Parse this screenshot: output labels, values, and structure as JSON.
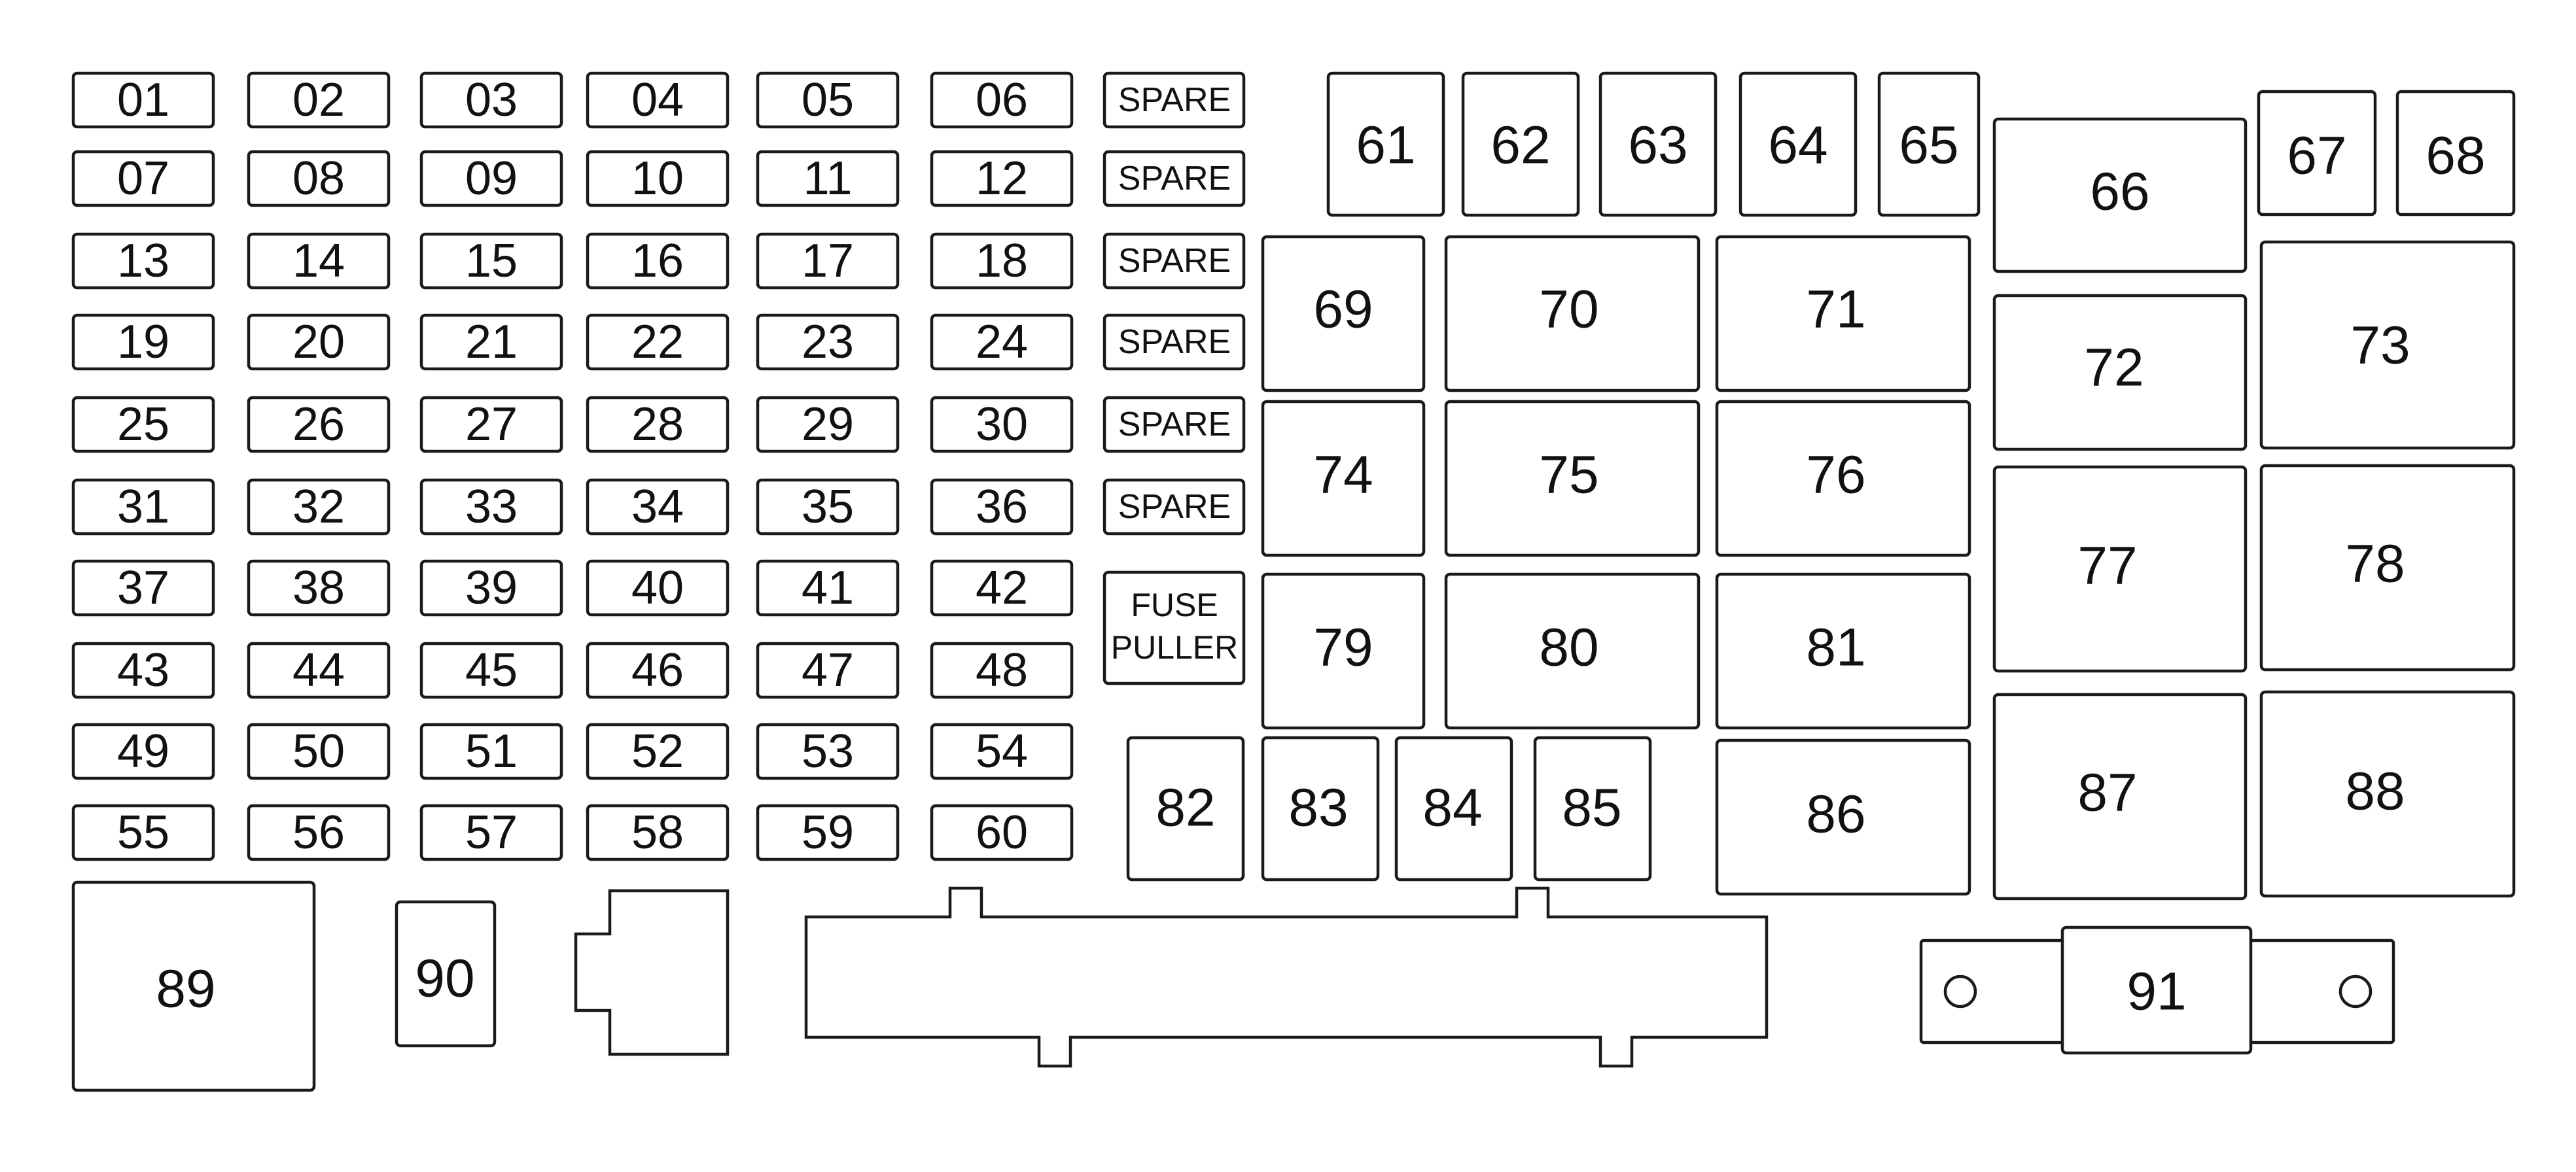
{
  "small_fuses": [
    "01",
    "02",
    "03",
    "04",
    "05",
    "06",
    "07",
    "08",
    "09",
    "10",
    "11",
    "12",
    "13",
    "14",
    "15",
    "16",
    "17",
    "18",
    "19",
    "20",
    "21",
    "22",
    "23",
    "24",
    "25",
    "26",
    "27",
    "28",
    "29",
    "30",
    "31",
    "32",
    "33",
    "34",
    "35",
    "36",
    "37",
    "38",
    "39",
    "40",
    "41",
    "42",
    "43",
    "44",
    "45",
    "46",
    "47",
    "48",
    "49",
    "50",
    "51",
    "52",
    "53",
    "54",
    "55",
    "56",
    "57",
    "58",
    "59",
    "60"
  ],
  "spare_label": "SPARE",
  "fuse_puller": {
    "line1": "FUSE",
    "line2": "PULLER"
  },
  "blocks": {
    "61": "61",
    "62": "62",
    "63": "63",
    "64": "64",
    "65": "65",
    "66": "66",
    "67": "67",
    "68": "68",
    "69": "69",
    "70": "70",
    "71": "71",
    "72": "72",
    "73": "73",
    "74": "74",
    "75": "75",
    "76": "76",
    "77": "77",
    "78": "78",
    "79": "79",
    "80": "80",
    "81": "81",
    "82": "82",
    "83": "83",
    "84": "84",
    "85": "85",
    "86": "86",
    "87": "87",
    "88": "88",
    "89": "89",
    "90": "90",
    "91": "91"
  }
}
